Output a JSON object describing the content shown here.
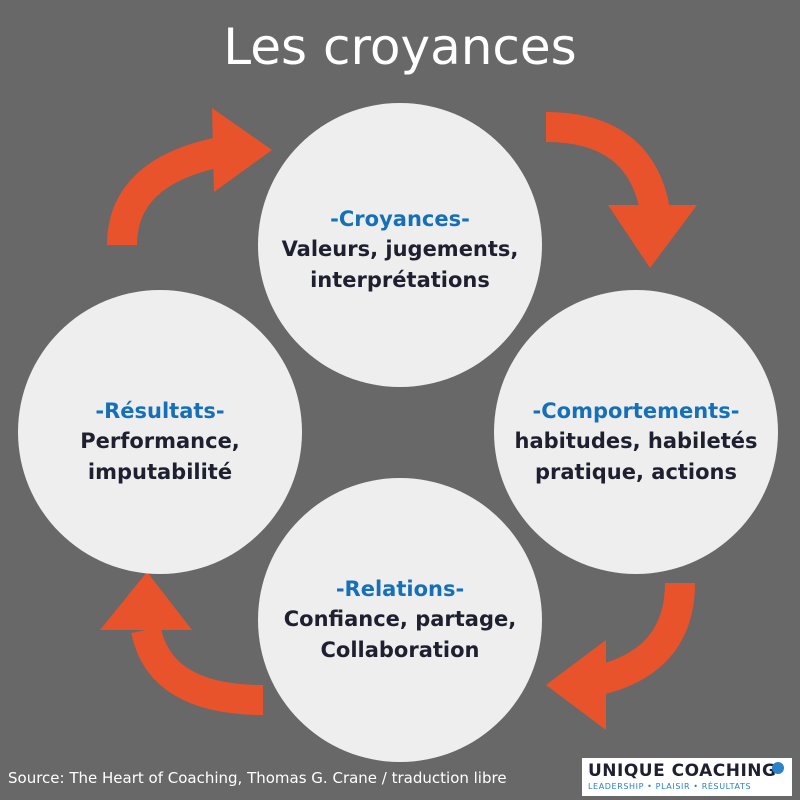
{
  "title": "Les croyances",
  "colors": {
    "background": "#686868",
    "arrow": "#e8532b",
    "circle": "#eeeeee",
    "heading": "#1670b8",
    "body_text": "#1e2030"
  },
  "nodes": [
    {
      "id": "croyances",
      "heading": "-Croyances-",
      "lines": [
        "Valeurs, jugements,",
        "interprétations"
      ]
    },
    {
      "id": "comportements",
      "heading": "-Comportements-",
      "lines": [
        "habitudes, habiletés",
        "pratique, actions"
      ]
    },
    {
      "id": "relations",
      "heading": "-Relations-",
      "lines": [
        "Confiance, partage,",
        "Collaboration"
      ]
    },
    {
      "id": "resultats",
      "heading": "-Résultats-",
      "lines": [
        "Performance,",
        "imputabilité"
      ]
    }
  ],
  "footer": {
    "source": "Source: The Heart of Coaching, Thomas G. Crane / traduction libre"
  },
  "logo": {
    "name": "UNIQUE COACHING",
    "tagline": "LEADERSHIP • PLAISIR • RÉSULTATS"
  }
}
